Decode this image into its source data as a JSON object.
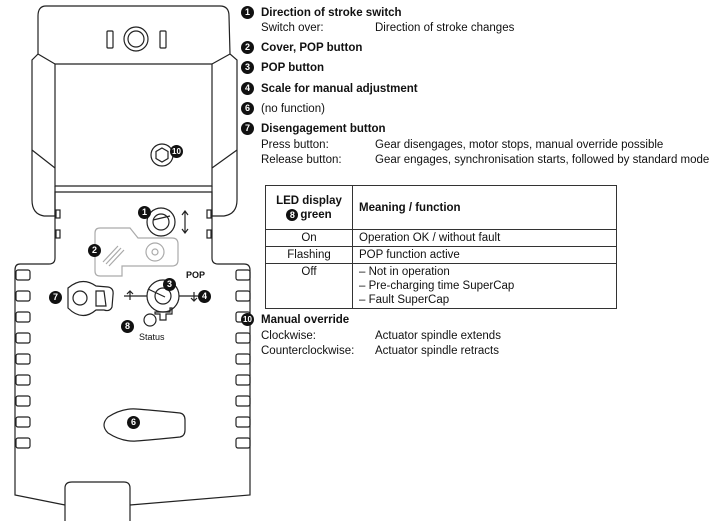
{
  "diagram": {
    "callouts": [
      "1",
      "2",
      "3",
      "4",
      "6",
      "7",
      "8",
      "10"
    ],
    "pop_label": "POP",
    "status_label": "Status"
  },
  "legend": [
    {
      "num": "1",
      "title": "Direction of stroke switch",
      "rows": [
        {
          "k": "Switch over:",
          "v": "Direction of stroke changes"
        }
      ]
    },
    {
      "num": "2",
      "title": "Cover, POP button"
    },
    {
      "num": "3",
      "title": "POP button"
    },
    {
      "num": "4",
      "title": "Scale for manual adjustment"
    },
    {
      "num": "6",
      "title": "(no function)"
    },
    {
      "num": "7",
      "title": "Disengagement button",
      "rows": [
        {
          "k": "Press button:",
          "v": "Gear disengages, motor stops, manual override possible"
        },
        {
          "k": "Release button:",
          "v": "Gear engages, synchronisation starts, followed by standard mode"
        }
      ]
    }
  ],
  "led_table": {
    "header_col1_line1": "LED display",
    "header_col1_num": "8",
    "header_col1_line2": "green",
    "header_col2": "Meaning / function",
    "rows": [
      {
        "state": "On",
        "meaning": [
          "Operation OK / without fault"
        ]
      },
      {
        "state": "Flashing",
        "meaning": [
          "POP function active"
        ]
      },
      {
        "state": "Off",
        "meaning": [
          "– Not in operation",
          "– Pre-charging time SuperCap",
          "– Fault SuperCap"
        ]
      }
    ]
  },
  "manual_override": {
    "num": "10",
    "title": "Manual override",
    "rows": [
      {
        "k": "Clockwise:",
        "v": "Actuator spindle extends"
      },
      {
        "k": "Counterclockwise:",
        "v": "Actuator spindle retracts"
      }
    ]
  }
}
